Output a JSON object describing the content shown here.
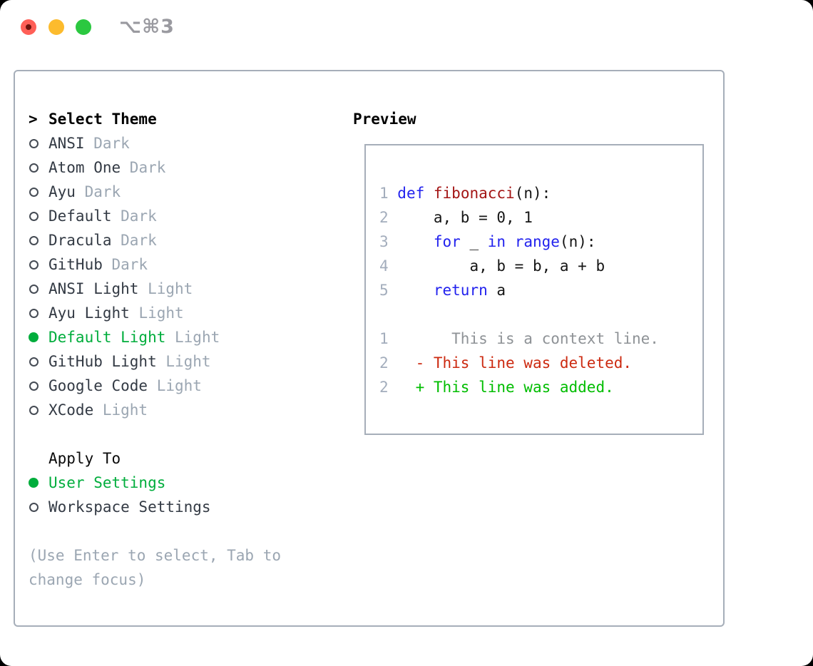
{
  "titlebar": {
    "shortcut": "⌥⌘3"
  },
  "theme_list": {
    "prompt": ">",
    "header": "Select Theme",
    "items": [
      {
        "name": "ANSI",
        "variant": "Dark",
        "selected": false
      },
      {
        "name": "Atom One",
        "variant": "Dark",
        "selected": false
      },
      {
        "name": "Ayu",
        "variant": "Dark",
        "selected": false
      },
      {
        "name": "Default",
        "variant": "Dark",
        "selected": false
      },
      {
        "name": "Dracula",
        "variant": "Dark",
        "selected": false
      },
      {
        "name": "GitHub",
        "variant": "Dark",
        "selected": false
      },
      {
        "name": "ANSI Light",
        "variant": "Light",
        "selected": false
      },
      {
        "name": "Ayu Light",
        "variant": "Light",
        "selected": false
      },
      {
        "name": "Default Light",
        "variant": "Light",
        "selected": true
      },
      {
        "name": "GitHub Light",
        "variant": "Light",
        "selected": false
      },
      {
        "name": "Google Code",
        "variant": "Light",
        "selected": false
      },
      {
        "name": "XCode",
        "variant": "Light",
        "selected": false
      }
    ]
  },
  "apply_to": {
    "header": "Apply To",
    "items": [
      {
        "label": "User Settings",
        "selected": true
      },
      {
        "label": "Workspace Settings",
        "selected": false
      }
    ]
  },
  "hint": {
    "line1": "(Use Enter to select, Tab to",
    "line2": "change focus)"
  },
  "preview": {
    "header": "Preview",
    "lines": [
      {
        "segments": [
          {
            "c": "num",
            "t": "1 "
          },
          {
            "c": "kw",
            "t": "def"
          },
          {
            "c": "plain",
            "t": " "
          },
          {
            "c": "fn",
            "t": "fibonacci"
          },
          {
            "c": "plain",
            "t": "(n):"
          }
        ]
      },
      {
        "segments": [
          {
            "c": "num",
            "t": "2 "
          },
          {
            "c": "plain",
            "t": "    a, b = 0, 1"
          }
        ]
      },
      {
        "segments": [
          {
            "c": "num",
            "t": "3 "
          },
          {
            "c": "plain",
            "t": "    "
          },
          {
            "c": "kw",
            "t": "for"
          },
          {
            "c": "plain",
            "t": " _ "
          },
          {
            "c": "kw",
            "t": "in"
          },
          {
            "c": "plain",
            "t": " "
          },
          {
            "c": "kw",
            "t": "range"
          },
          {
            "c": "plain",
            "t": "(n):"
          }
        ]
      },
      {
        "segments": [
          {
            "c": "num",
            "t": "4 "
          },
          {
            "c": "plain",
            "t": "        a, b = b, a + b"
          }
        ]
      },
      {
        "segments": [
          {
            "c": "num",
            "t": "5 "
          },
          {
            "c": "plain",
            "t": "    "
          },
          {
            "c": "kw",
            "t": "return"
          },
          {
            "c": "plain",
            "t": " a"
          }
        ]
      },
      {
        "segments": []
      },
      {
        "segments": [
          {
            "c": "num",
            "t": "1 "
          },
          {
            "c": "ctx",
            "t": "      This is a context line."
          }
        ]
      },
      {
        "segments": [
          {
            "c": "num",
            "t": "2 "
          },
          {
            "c": "del",
            "t": "  - This line was deleted."
          }
        ]
      },
      {
        "segments": [
          {
            "c": "num",
            "t": "2 "
          },
          {
            "c": "add",
            "t": "  + This line was added."
          }
        ]
      }
    ]
  },
  "colors": {
    "accent_green": "#00ad3c",
    "keyword_blue": "#2222ee",
    "function_red": "#a31515",
    "deleted_red": "#cc2a10",
    "added_green": "#00bd00",
    "muted_gray": "#9ba6b2",
    "line_number_gray": "#a3adbc",
    "context_gray": "#8e9296",
    "tl_red": "#ff5f57",
    "tl_red_dot": "#6e130d",
    "tl_yellow": "#fcbb2d",
    "tl_green": "#2bc840"
  }
}
